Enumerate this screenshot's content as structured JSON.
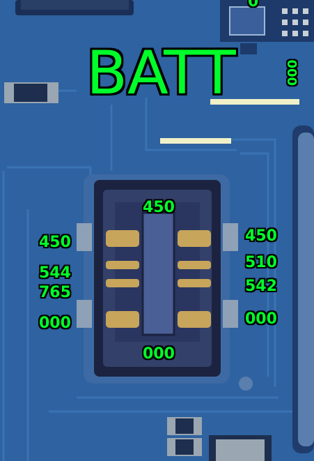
{
  "title": "BATT",
  "side_labels": {
    "top_right_partial": "0",
    "right_vertical": "000 000"
  },
  "connector": {
    "top": "450",
    "bottom": "000",
    "left": [
      "450",
      "544",
      "765",
      "000"
    ],
    "right": [
      "450",
      "510",
      "542",
      "000"
    ]
  },
  "colors": {
    "pcb": "#2c5f9a",
    "label": "#00ff2a",
    "outline": "#000000"
  }
}
